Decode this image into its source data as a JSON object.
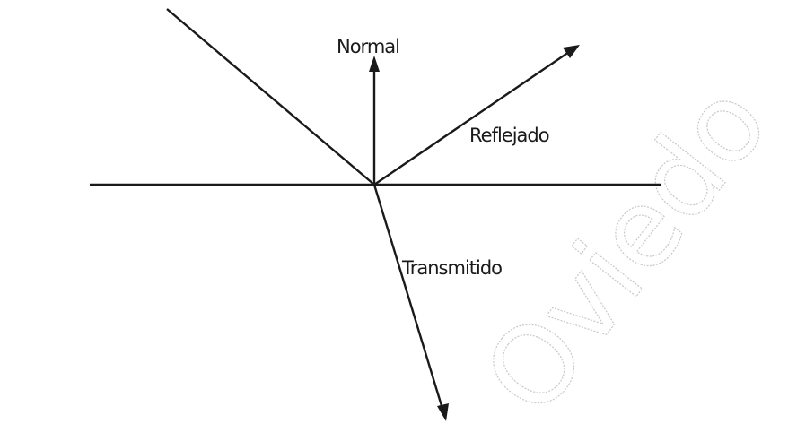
{
  "diagram": {
    "labels": {
      "normal": "Normal",
      "reflected": "Reflejado",
      "transmitted": "Transmitido"
    },
    "watermark": "Oviedo",
    "colors": {
      "line": "#1a1a1a",
      "watermark": "#c9c9c9",
      "background": "#ffffff"
    }
  }
}
